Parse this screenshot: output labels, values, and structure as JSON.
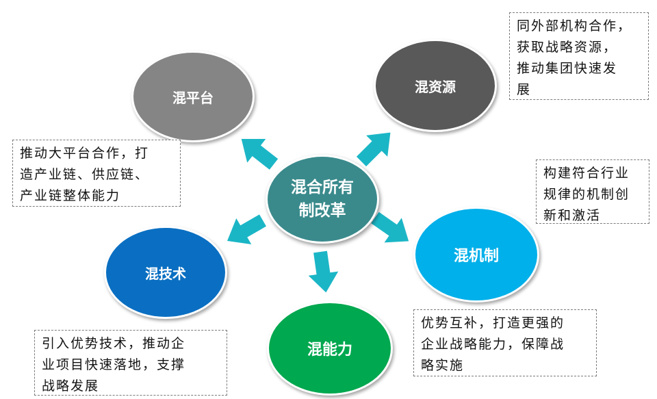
{
  "center": {
    "lines": [
      "混合所有",
      "制改革"
    ]
  },
  "nodes": {
    "platform": {
      "label": "混平台",
      "color": "#858585",
      "description": [
        "推动大平台合作，打",
        "造产业链、供应链、",
        "产业链整体能力"
      ]
    },
    "resource": {
      "label": "混资源",
      "color": "#595959",
      "description": [
        "同外部机构合作，",
        "获取战略资源，",
        "推动集团快速发",
        "展"
      ]
    },
    "mechanism": {
      "label": "混机制",
      "color": "#00b0ea",
      "description": [
        "构建符合行业",
        "规律的机制创",
        "新和激活"
      ]
    },
    "ability": {
      "label": "混能力",
      "color": "#00a84f",
      "description": [
        "优势互补，打造更强的",
        "企业战略能力，保障战",
        "略实施"
      ]
    },
    "tech": {
      "label": "混技术",
      "color": "#0a6fc2",
      "description": [
        "引入优势技术，推动企",
        "业项目快速落地，支撑",
        "战略发展"
      ]
    }
  },
  "colors": {
    "center": "#3a8a8c",
    "arrow": "#1bb6c6"
  }
}
